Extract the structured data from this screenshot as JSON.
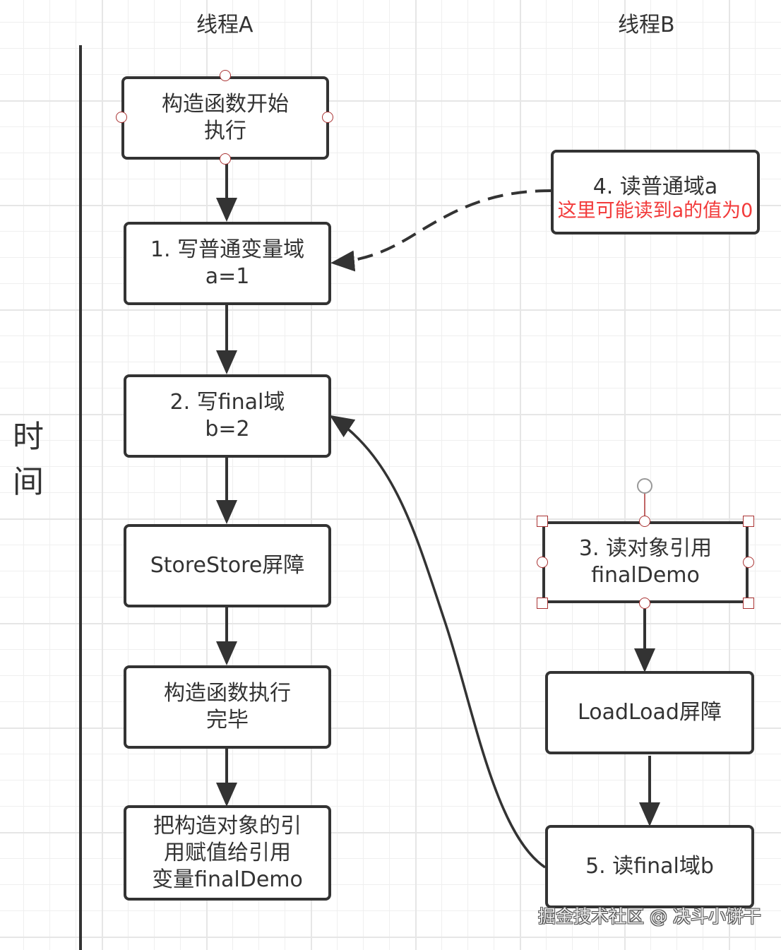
{
  "headers": {
    "thread_a": "线程A",
    "thread_b": "线程B"
  },
  "time_axis": {
    "label_line1": "时",
    "label_line2": "间"
  },
  "thread_a_nodes": [
    {
      "id": "ctor-start",
      "lines": [
        "构造函数开始",
        "执行"
      ]
    },
    {
      "id": "write-normal",
      "lines": [
        "1. 写普通变量域",
        "a=1"
      ]
    },
    {
      "id": "write-final",
      "lines": [
        "2. 写final域",
        "b=2"
      ]
    },
    {
      "id": "storestore",
      "lines": [
        "StoreStore屏障"
      ]
    },
    {
      "id": "ctor-end",
      "lines": [
        "构造函数执行",
        "完毕"
      ]
    },
    {
      "id": "assign-ref",
      "lines": [
        "把构造对象的引",
        "用赋值给引用",
        "变量finalDemo"
      ]
    }
  ],
  "thread_b_nodes": [
    {
      "id": "read-normal",
      "lines": [
        "4. 读普通域a"
      ],
      "note": "这里可能读到a的值为0"
    },
    {
      "id": "read-ref",
      "lines": [
        "3. 读对象引用",
        "finalDemo"
      ]
    },
    {
      "id": "loadload",
      "lines": [
        "LoadLoad屏障"
      ]
    },
    {
      "id": "read-final",
      "lines": [
        "5. 读final域b"
      ]
    }
  ],
  "colors": {
    "stroke": "#333333",
    "note": "#f23a3a",
    "handle": "#aa3333"
  },
  "watermark": "掘金技术社区 @ 决斗小饼干"
}
